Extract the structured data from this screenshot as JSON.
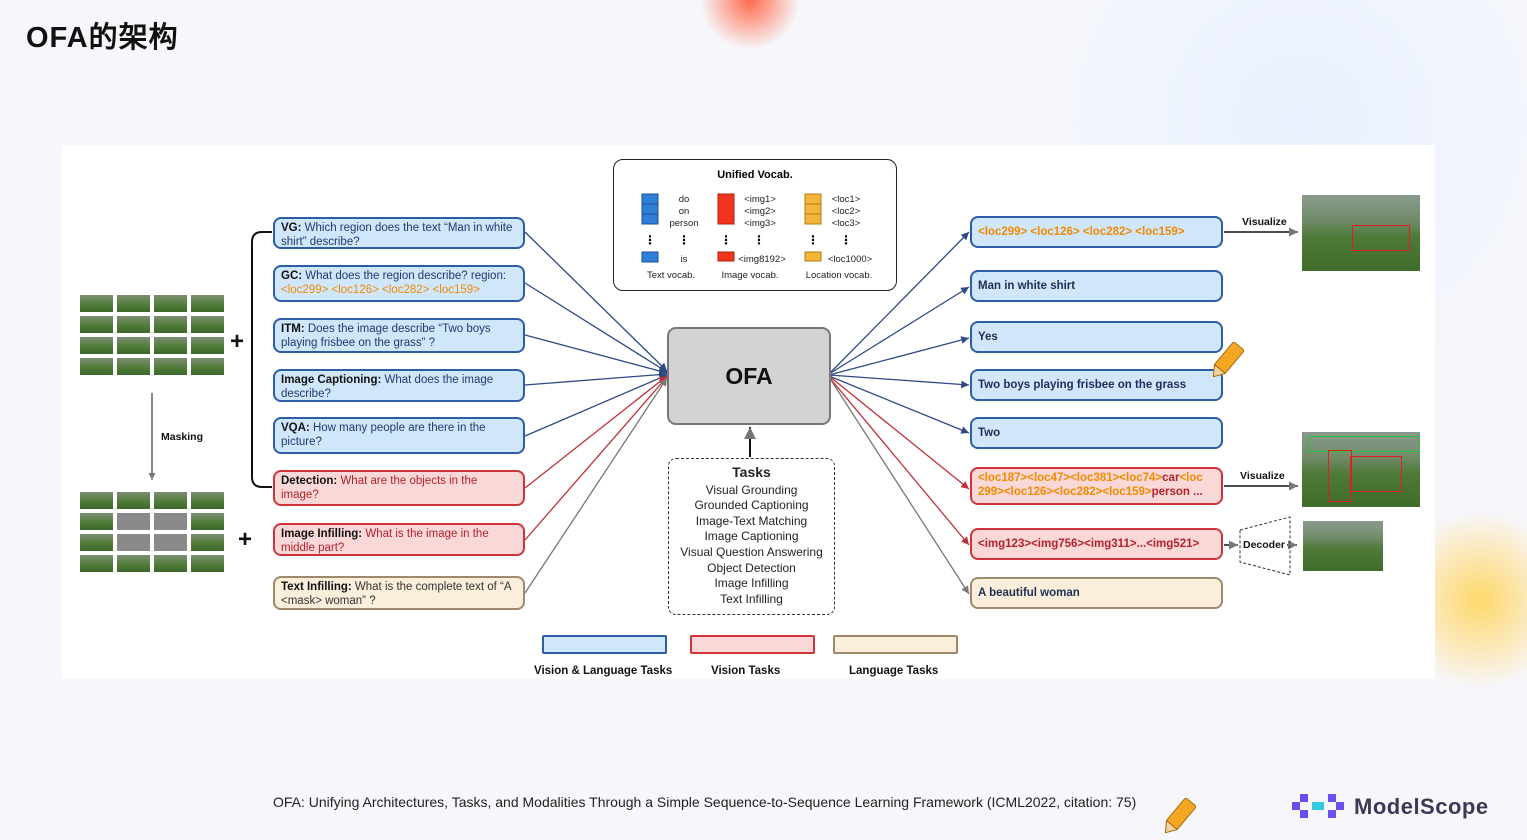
{
  "slide_title": "OFA的架构",
  "vocab": {
    "title": "Unified Vocab.",
    "text_tokens": [
      "do",
      "on",
      "person",
      "is"
    ],
    "image_tokens": [
      "<img1>",
      "<img2>",
      "<img3>",
      "<img8192>"
    ],
    "location_tokens": [
      "<loc1>",
      "<loc2>",
      "<loc3>",
      "<loc1000>"
    ],
    "text_label": "Text vocab.",
    "image_label": "Image vocab.",
    "location_label": "Location vocab.",
    "colors": {
      "text": "#2f7fd8",
      "image": "#f0341e",
      "location": "#f5b53a"
    }
  },
  "center_label": "OFA",
  "tasks": {
    "title": "Tasks",
    "items": [
      "Visual Grounding",
      "Grounded Captioning",
      "Image-Text Matching",
      "Image Captioning",
      "Visual Question Answering",
      "Object Detection",
      "Image Infilling",
      "Text Infilling"
    ]
  },
  "inputs": [
    {
      "label": "VG:",
      "text": "Which region does the text “Man in white shirt” describe?",
      "kind": "blue"
    },
    {
      "label": "GC:",
      "text": "What does the region describe? region:",
      "loc": "<loc299> <loc126> <loc282> <loc159>",
      "kind": "blue"
    },
    {
      "label": "ITM:",
      "text": "Does the image describe “Two boys playing frisbee on the grass” ?",
      "kind": "blue"
    },
    {
      "label": "Image Captioning:",
      "text": "What does the image describe?",
      "kind": "blue"
    },
    {
      "label": "VQA:",
      "text": "How many people are there in the picture?",
      "kind": "blue"
    },
    {
      "label": "Detection:",
      "text": "What are the objects in the image?",
      "kind": "red"
    },
    {
      "label": "Image Infilling:",
      "text": "What is the image in the middle part?",
      "kind": "red"
    },
    {
      "label": "Text Infilling:",
      "text": "What is the complete text of “A <mask> woman” ?",
      "kind": "beige"
    }
  ],
  "outputs": [
    {
      "text": "<loc299> <loc126> <loc282> <loc159>",
      "kind": "blue",
      "loc": true
    },
    {
      "text": "Man in white shirt",
      "kind": "blue"
    },
    {
      "text": "Yes",
      "kind": "blue"
    },
    {
      "text": "Two boys playing frisbee on the grass",
      "kind": "blue"
    },
    {
      "text": "Two",
      "kind": "blue"
    },
    {
      "kind": "red",
      "detection": true,
      "parts": [
        "<loc187><loc47><loc381><loc74>",
        "car",
        "<loc 299><loc126><loc282><loc159>",
        "person ..."
      ]
    },
    {
      "text": "<img123><img756><img311>...<img521>",
      "kind": "red"
    },
    {
      "text": "A beautiful woman",
      "kind": "beige"
    }
  ],
  "annotations": {
    "masking": "Masking",
    "visualize_1": "Visualize",
    "visualize_2": "Visualize",
    "decoder": "Decoder"
  },
  "legend": [
    {
      "label": "Vision & Language Tasks",
      "fill": "#cfe6fb",
      "border": "#2d5ca8"
    },
    {
      "label": "Vision Tasks",
      "fill": "#fbd8d8",
      "border": "#d0343a"
    },
    {
      "label": "Language Tasks",
      "fill": "#fbeedb",
      "border": "#9e8a6a"
    }
  ],
  "footer": "OFA: Unifying Architectures, Tasks, and Modalities Through a Simple Sequence-to-Sequence Learning Framework (ICML2022, citation: 75)",
  "brand": "ModelScope"
}
